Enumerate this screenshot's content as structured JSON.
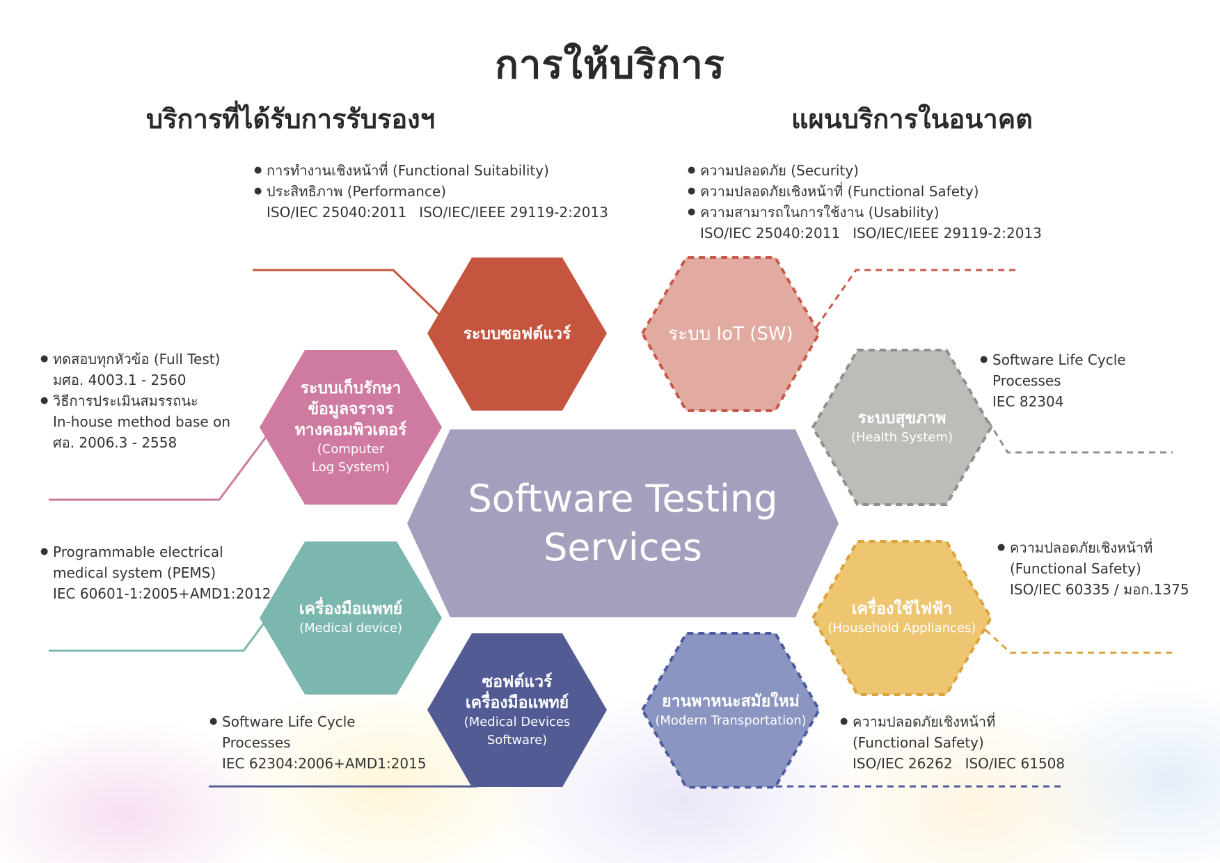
{
  "title": "การให้บริการ",
  "headings": {
    "accredited": "บริการที่ได้รับการรับรองฯ",
    "future": "แผนบริการในอนาคต"
  },
  "center": {
    "line1": "Software Testing",
    "line2": "Services",
    "color": "#a59fbd"
  },
  "hexagons": {
    "software": {
      "label": "ระบบซอฟต์แวร์",
      "color": "#c5553f"
    },
    "iot": {
      "label": "ระบบ IoT (SW)",
      "color": "#e2aba2",
      "border": "#c75a4b"
    },
    "log_system": {
      "label": [
        "ระบบเก็บรักษา",
        "ข้อมูลจราจร",
        "ทางคอมพิวเตอร์"
      ],
      "sub": [
        "(Computer",
        "Log System)"
      ],
      "color": "#cf7aa0"
    },
    "health": {
      "label": "ระบบสุขภาพ",
      "sub": "(Health System)",
      "color": "#bcbcb8",
      "border": "#8f8f8c"
    },
    "medical_device": {
      "label": "เครื่องมือแพทย์",
      "sub": "(Medical device)",
      "color": "#7bb7ae"
    },
    "household": {
      "label": "เครื่องใช้ไฟฟ้า",
      "sub": "(Household Appliances)",
      "color": "#eec671",
      "border": "#d9a43d"
    },
    "medical_software": {
      "label": [
        "ซอฟต์แวร์",
        "เครื่องมือแพทย์"
      ],
      "sub": [
        "(Medical Devices",
        "Software)"
      ],
      "color": "#525b94"
    },
    "transport": {
      "label": "ยานพาหนะสมัยใหม่",
      "sub": "(Modern Transportation)",
      "color": "#8b95c2",
      "border": "#4e5aa0"
    }
  },
  "info": {
    "software": {
      "items": [
        "การทำงานเชิงหน้าที่ (Functional Suitability)",
        "ประสิทธิภาพ (Performance)"
      ],
      "standards": [
        "ISO/IEC 25040:2011",
        "ISO/IEC/IEEE 29119-2:2013"
      ]
    },
    "iot": {
      "items": [
        "ความปลอดภัย (Security)",
        "ความปลอดภัยเชิงหน้าที่ (Functional Safety)",
        "ความสามารถในการใช้งาน (Usability)"
      ],
      "standards": [
        "ISO/IEC 25040:2011",
        "ISO/IEC/IEEE 29119-2:2013"
      ]
    },
    "log_system": {
      "item1": "ทดสอบทุกหัวข้อ (Full Test)",
      "item1_std": "มศอ. 4003.1 - 2560",
      "item2": "วิธีการประเมินสมรรถนะ",
      "item2_l2": "In-house method base on",
      "item2_l3": "ศอ. 2006.3 - 2558"
    },
    "health": {
      "item": "Software Life Cycle",
      "item_l2": "Processes",
      "std": "IEC 82304"
    },
    "medical_device": {
      "item": "Programmable electrical",
      "item_l2": "medical system (PEMS)",
      "std": "IEC 60601-1:2005+AMD1:2012"
    },
    "household": {
      "item": "ความปลอดภัยเชิงหน้าที่",
      "item_l2": "(Functional Safety)",
      "std": "ISO/IEC 60335 / มอก.1375"
    },
    "medical_software": {
      "item": "Software Life Cycle",
      "item_l2": "Processes",
      "std": "IEC 62304:2006+AMD1:2015"
    },
    "transport": {
      "item": "ความปลอดภัยเชิงหน้าที่",
      "item_l2": "(Functional Safety)",
      "standards": [
        "ISO/IEC 26262",
        "ISO/IEC 61508"
      ]
    }
  }
}
